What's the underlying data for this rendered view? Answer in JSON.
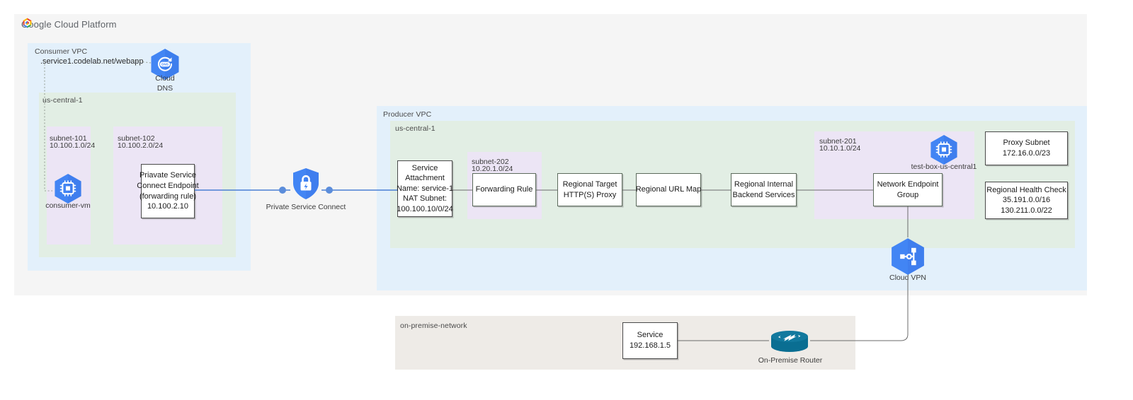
{
  "header": {
    "logo_icon": "google-cloud-platform-logo",
    "wordmark": "Google Cloud Platform"
  },
  "consumer_vpc": {
    "label": "Consumer VPC",
    "region_label": "us-central-1",
    "dns_hostname": ".service1.codelab.net/webapp",
    "cloud_dns": {
      "icon": "cloud-dns-icon",
      "line1": "Cloud",
      "line2": "DNS"
    },
    "subnets": [
      {
        "name": "subnet-101",
        "cidr": "10.100.1.0/24"
      },
      {
        "name": "subnet-102",
        "cidr": "10.100.2.0/24"
      }
    ],
    "consumer_vm": {
      "icon": "compute-engine-icon",
      "label": "consumer-vm"
    },
    "psc_endpoint": {
      "line1": "Priavate Service",
      "line2": "Connect Endpoint",
      "line3": "(forwarding rule)",
      "line4": "10.100.2.10"
    }
  },
  "private_service_connect": {
    "icon": "private-service-connect-icon",
    "label": "Private Service Connect"
  },
  "producer_vpc": {
    "label": "Producer VPC",
    "region_label": "us-central-1",
    "service_attachment": {
      "line1": "Service",
      "line2": "Attachment",
      "line3": "Name: service-1",
      "line4": "NAT Subnet:",
      "line5": "100.100.10/0/24"
    },
    "subnet_202": {
      "name": "subnet-202",
      "cidr": "10.20.1.0/24"
    },
    "subnet_201": {
      "name": "subnet-201",
      "cidr": "10.10.1.0/24"
    },
    "chain": [
      {
        "label": "Forwarding Rule"
      },
      {
        "line1": "Regional Target",
        "line2": "HTTP(S) Proxy"
      },
      {
        "label": "Regional URL Map"
      },
      {
        "line1": "Regional Internal",
        "line2": "Backend Services"
      },
      {
        "line1": "Network Endpoint",
        "line2": "Group"
      }
    ],
    "test_box_vm": {
      "icon": "compute-engine-icon",
      "label": "test-box-us-central1"
    },
    "proxy_subnet": {
      "line1": "Proxy Subnet",
      "line2": "172.16.0.0/23"
    },
    "health_check": {
      "line1": "Regional Health Check",
      "line2": "35.191.0.0/16",
      "line3": "130.211.0.0/22"
    },
    "cloud_vpn": {
      "icon": "cloud-vpn-icon",
      "label": "Cloud VPN"
    }
  },
  "on_premise": {
    "label": "on-premise-network",
    "service": {
      "line1": "Service",
      "line2": "192.168.1.5"
    },
    "router": {
      "icon": "router-icon",
      "label": "On-Premise Router"
    }
  },
  "colors": {
    "vpc_blue": "#e3f0fb",
    "region_green": "#e2eee4",
    "subnet_purple": "#ece5f5",
    "onprem_beige": "#eeebe7",
    "outer_gray": "#f5f5f5",
    "gcp_blue": "#4285f4",
    "router_teal": "#0a6e92",
    "link_blue": "#4a7fd4",
    "link_gray": "#6b6b6b"
  }
}
